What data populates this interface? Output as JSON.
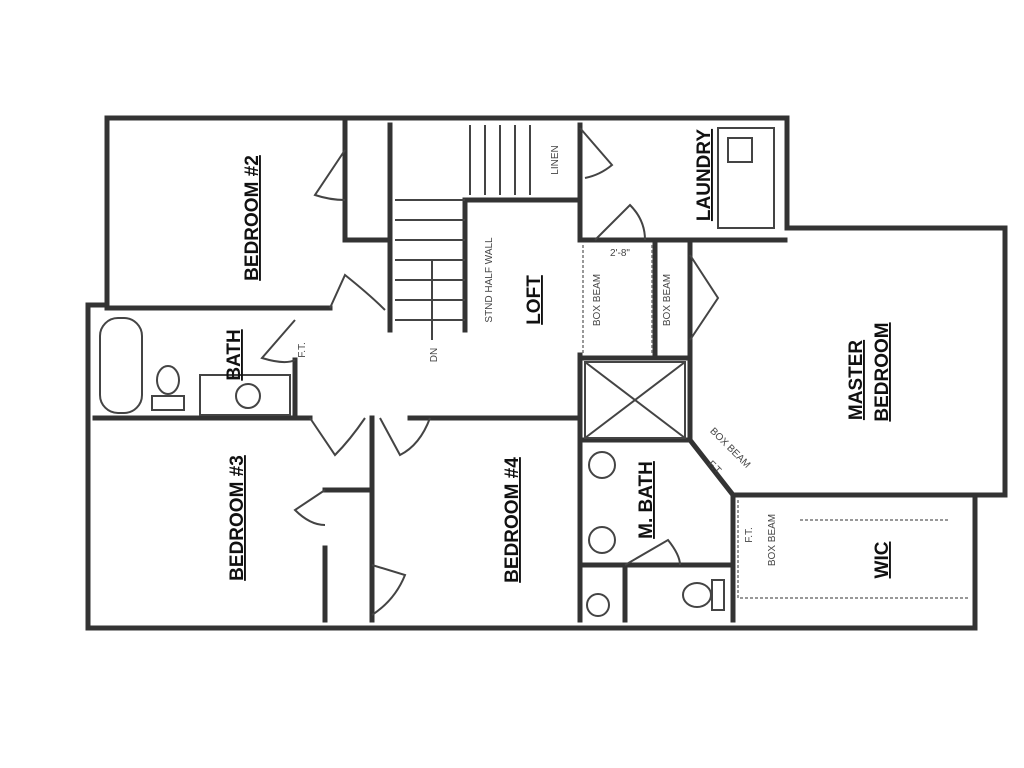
{
  "rooms": {
    "bedroom2": "BEDROOM #2",
    "linen": "LINEN",
    "laundry": "LAUNDRY",
    "half_wall": "STND HALF WALL",
    "loft": "LOFT",
    "stairs_dn": "DN",
    "box_beam_1": "BOX BEAM",
    "box_beam_2": "BOX BEAM",
    "dim_note": "2'-8\"",
    "bath": "BATH",
    "bath_ft": "F.T.",
    "master_line1": "MASTER",
    "master_line2": "BEDROOM",
    "bedroom3": "BEDROOM #3",
    "bedroom4": "BEDROOM #4",
    "mbath": "M. BATH",
    "box_beam_diag": "BOX BEAM",
    "ft_diag": "F.T.",
    "wic_ft": "F.T.",
    "wic_box_beam": "BOX BEAM",
    "wic": "WIC"
  },
  "colors": {
    "wall": "#333333",
    "background": "#ffffff"
  }
}
